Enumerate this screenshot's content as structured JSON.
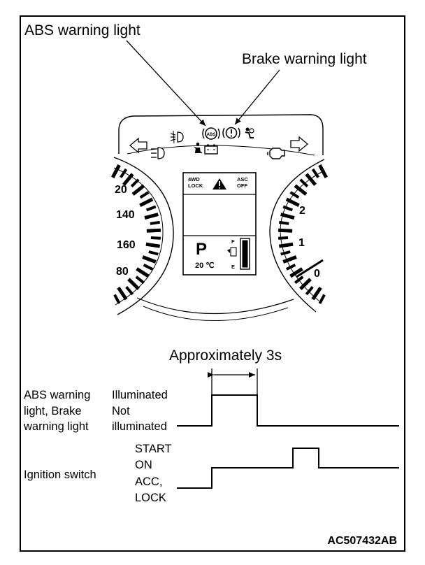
{
  "callouts": {
    "abs_label": "ABS warning light",
    "brake_label": "Brake warning light"
  },
  "cluster": {
    "speed_ticks": [
      "20",
      "140",
      "160",
      "80"
    ],
    "tacho_ticks": [
      "2",
      "1",
      "0"
    ],
    "lcd_4wd": [
      "4WD",
      "LOCK"
    ],
    "lcd_asc": [
      "ASC",
      "OFF"
    ],
    "lcd_gear": "P",
    "lcd_temp": "20 ℃",
    "lcd_fuel_full": "F",
    "lcd_fuel_empty": "E",
    "abs_icon_text": "ABS"
  },
  "timing": {
    "duration_label": "Approximately 3s",
    "warning_signal_label": [
      "ABS warning",
      "light, Brake",
      "warning light"
    ],
    "warning_states": [
      "Illuminated",
      "Not",
      "illuminated"
    ],
    "ignition_signal_label": "Ignition switch",
    "ignition_states": [
      "START",
      "ON",
      "ACC,",
      "LOCK"
    ]
  },
  "figure_code": "AC507432AB"
}
